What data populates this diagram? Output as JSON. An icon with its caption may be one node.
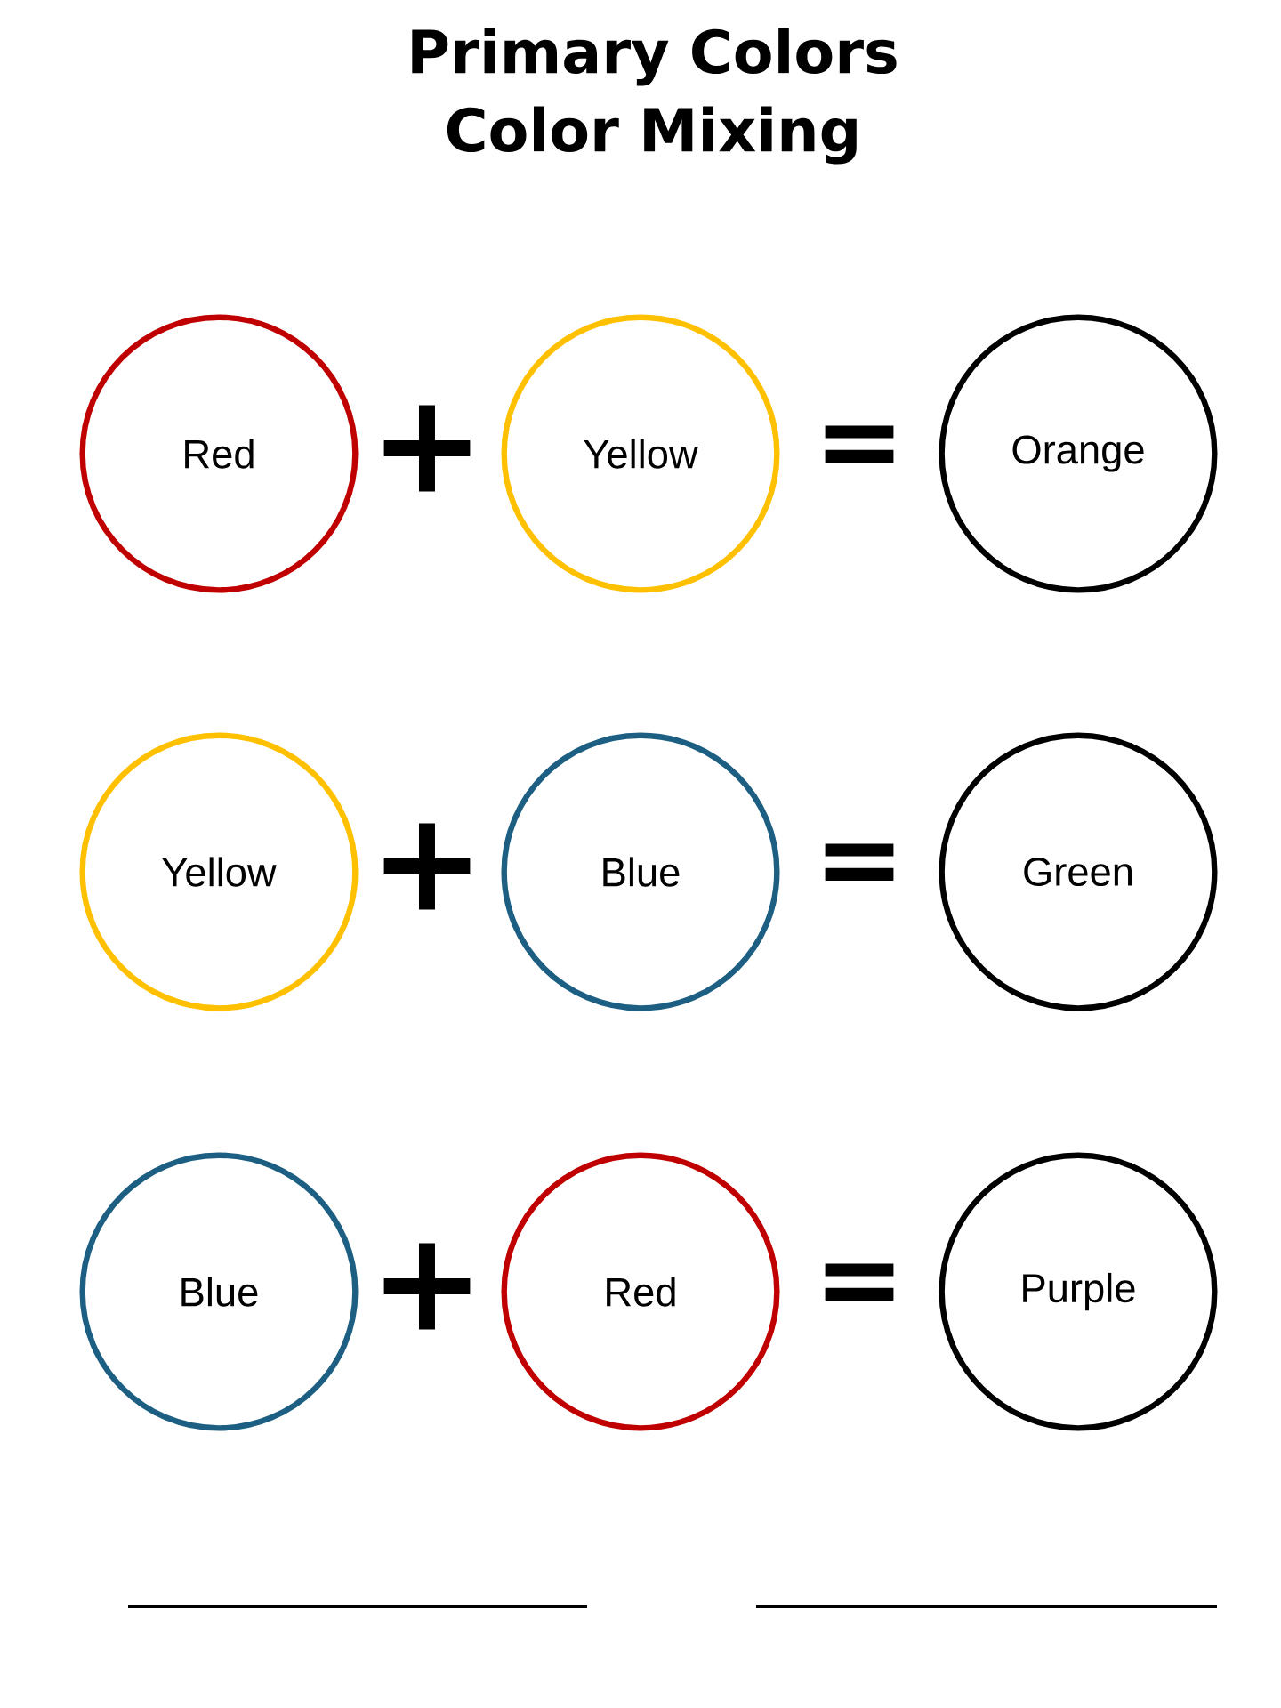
{
  "diagram": {
    "title": "Primary Colors Color Mixing",
    "nodes": [
      {
        "text": [
          "Red"
        ]
      },
      {
        "text": [
          "Yellow"
        ]
      },
      {
        "text": [
          "Orange"
        ]
      },
      {
        "text": [
          "Yellow"
        ]
      },
      {
        "text": [
          "Blue"
        ]
      },
      {
        "text": [
          "Green"
        ]
      },
      {
        "text": [
          "Blue"
        ]
      },
      {
        "text": [
          "Red"
        ]
      },
      {
        "text": [
          "Purple"
        ]
      }
    ],
    "labels": [
      "+",
      "=",
      "+",
      "=",
      "+",
      "="
    ]
  }
}
